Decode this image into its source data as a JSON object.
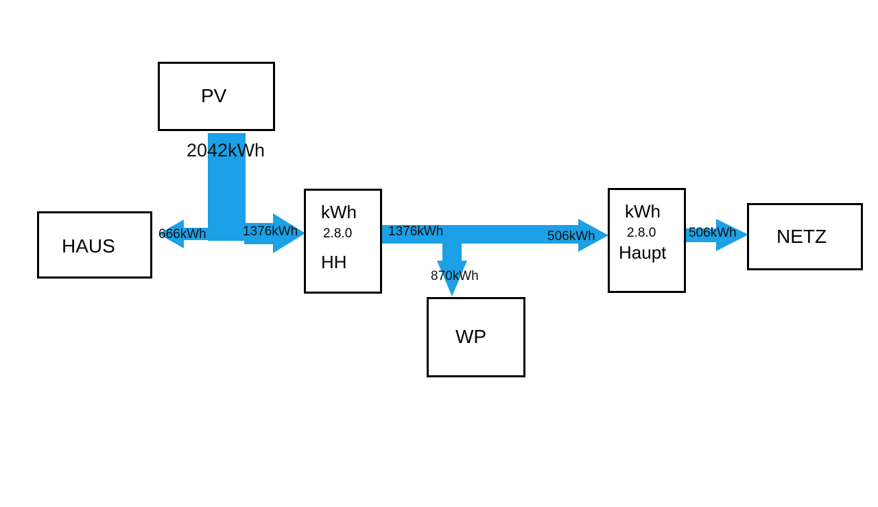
{
  "colors": {
    "flow": "#1ca0e6",
    "box_border": "#000000",
    "background": "#ffffff"
  },
  "nodes": {
    "pv": "PV",
    "haus": "HAUS",
    "netz": "NETZ",
    "wp": "WP",
    "meter_hh": {
      "unit": "kWh",
      "code": "2.8.0",
      "name": "HH"
    },
    "meter_haupt": {
      "unit": "kWh",
      "code": "2.8.0",
      "name": "Haupt"
    }
  },
  "flows": {
    "pv_total": "2042kWh",
    "to_haus": "666kWh",
    "to_hh": "1376kWh",
    "hh_out": "1376kWh",
    "to_wp": "870kWh",
    "to_haupt": "506kWh",
    "to_netz": "506kWh"
  }
}
